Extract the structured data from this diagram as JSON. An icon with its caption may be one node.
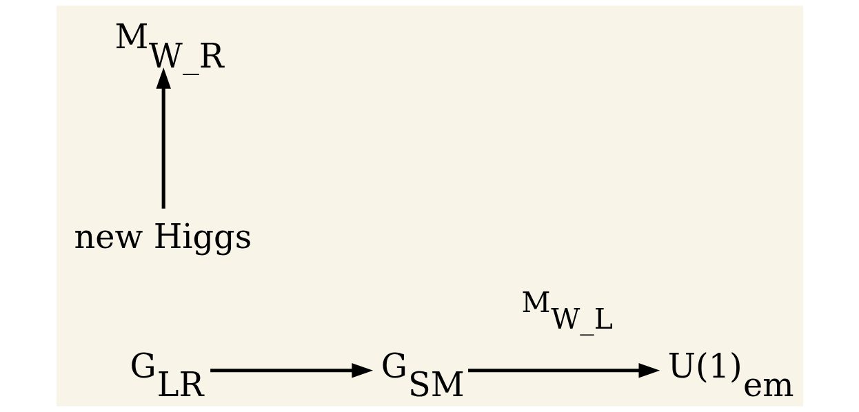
{
  "diagram": {
    "nodes": [
      {
        "text": [
          "G$_{LR}$"
        ]
      },
      {
        "text": [
          "G$_{SM}$"
        ]
      },
      {
        "text": [
          "U(1)$_{em}$"
        ]
      },
      {
        "text": [
          "M$_{W_R}$"
        ]
      },
      {
        "text": [
          "new Higgs"
        ]
      }
    ],
    "edges": [
      {
        "from": 0,
        "to": 1,
        "arrow": "to"
      },
      {
        "from": 1,
        "to": 2,
        "arrow": "to",
        "label": "M$_{W_L}$"
      },
      {
        "from": 4,
        "to": 3,
        "arrow": "to"
      }
    ]
  }
}
